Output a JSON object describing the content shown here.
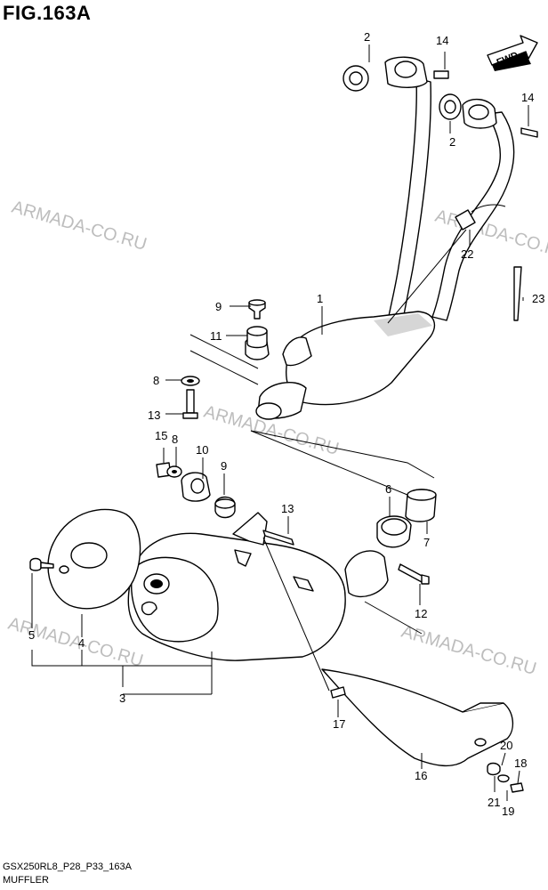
{
  "figure_title": "FIG.163A",
  "footer_code": "GSX250RL8_P28_P33_163A",
  "footer_name": "MUFFLER",
  "direction_label": "FWD",
  "watermark": "ARMADA-CO.RU",
  "callouts": {
    "c1": "1",
    "c2a": "2",
    "c2b": "2",
    "c3": "3",
    "c4": "4",
    "c5": "5",
    "c6": "6",
    "c7": "7",
    "c8a": "8",
    "c8b": "8",
    "c9a": "9",
    "c9b": "9",
    "c10": "10",
    "c11": "11",
    "c12": "12",
    "c13a": "13",
    "c13b": "13",
    "c14a": "14",
    "c14b": "14",
    "c15": "15",
    "c16": "16",
    "c17": "17",
    "c18": "18",
    "c19": "19",
    "c20": "20",
    "c21": "21",
    "c22": "22",
    "c23": "23"
  }
}
